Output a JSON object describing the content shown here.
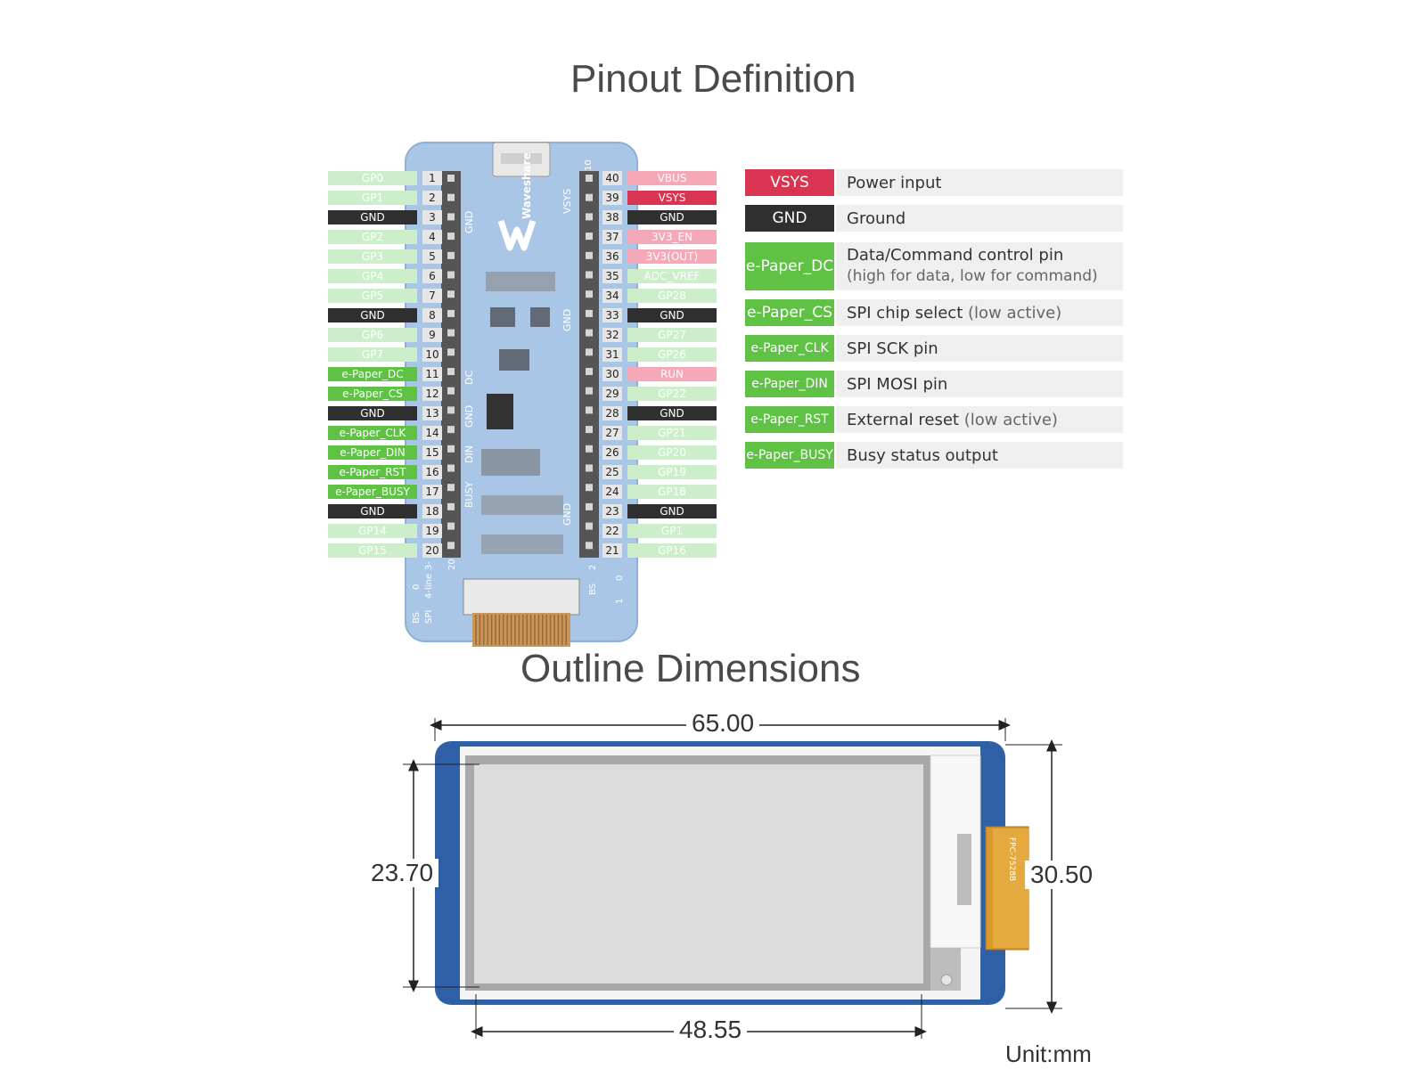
{
  "titles": {
    "pinout": "Pinout Definition",
    "outline": "Outline Dimensions"
  },
  "colors": {
    "gp": "#cdeecb",
    "gnd": "#2f2f2f",
    "epaper": "#5fc245",
    "power": "#f5a9b8",
    "vsys": "#d93552",
    "board": "#a9c6e6",
    "panel_frame": "#2f5fa6"
  },
  "left_pins": [
    {
      "num": "1",
      "label": "GP0",
      "type": "gp"
    },
    {
      "num": "2",
      "label": "GP1",
      "type": "gp"
    },
    {
      "num": "3",
      "label": "GND",
      "type": "gnd"
    },
    {
      "num": "4",
      "label": "GP2",
      "type": "gp"
    },
    {
      "num": "5",
      "label": "GP3",
      "type": "gp"
    },
    {
      "num": "6",
      "label": "GP4",
      "type": "gp"
    },
    {
      "num": "7",
      "label": "GP5",
      "type": "gp"
    },
    {
      "num": "8",
      "label": "GND",
      "type": "gnd"
    },
    {
      "num": "9",
      "label": "GP6",
      "type": "gp"
    },
    {
      "num": "10",
      "label": "GP7",
      "type": "gp"
    },
    {
      "num": "11",
      "label": "e-Paper_DC",
      "type": "ep"
    },
    {
      "num": "12",
      "label": "e-Paper_CS",
      "type": "ep"
    },
    {
      "num": "13",
      "label": "GND",
      "type": "gnd"
    },
    {
      "num": "14",
      "label": "e-Paper_CLK",
      "type": "ep"
    },
    {
      "num": "15",
      "label": "e-Paper_DIN",
      "type": "ep"
    },
    {
      "num": "16",
      "label": "e-Paper_RST",
      "type": "ep"
    },
    {
      "num": "17",
      "label": "e-Paper_BUSY",
      "type": "ep"
    },
    {
      "num": "18",
      "label": "GND",
      "type": "gnd"
    },
    {
      "num": "19",
      "label": "GP14",
      "type": "gp"
    },
    {
      "num": "20",
      "label": "GP15",
      "type": "gp"
    }
  ],
  "right_pins": [
    {
      "num": "40",
      "label": "VBUS",
      "type": "pw"
    },
    {
      "num": "39",
      "label": "VSYS",
      "type": "vsys"
    },
    {
      "num": "38",
      "label": "GND",
      "type": "gnd"
    },
    {
      "num": "37",
      "label": "3V3_EN",
      "type": "pw"
    },
    {
      "num": "36",
      "label": "3V3(OUT)",
      "type": "pw"
    },
    {
      "num": "35",
      "label": "ADC_VREF",
      "type": "gp"
    },
    {
      "num": "34",
      "label": "GP28",
      "type": "gp"
    },
    {
      "num": "33",
      "label": "GND",
      "type": "gnd"
    },
    {
      "num": "32",
      "label": "GP27",
      "type": "gp"
    },
    {
      "num": "31",
      "label": "GP26",
      "type": "gp"
    },
    {
      "num": "30",
      "label": "RUN",
      "type": "pw"
    },
    {
      "num": "29",
      "label": "GP22",
      "type": "gp"
    },
    {
      "num": "28",
      "label": "GND",
      "type": "gnd"
    },
    {
      "num": "27",
      "label": "GP21",
      "type": "gp"
    },
    {
      "num": "26",
      "label": "GP20",
      "type": "gp"
    },
    {
      "num": "25",
      "label": "GP19",
      "type": "gp"
    },
    {
      "num": "24",
      "label": "GP18",
      "type": "gp"
    },
    {
      "num": "23",
      "label": "GND",
      "type": "gnd"
    },
    {
      "num": "22",
      "label": "GP1",
      "type": "gp"
    },
    {
      "num": "21",
      "label": "GP16",
      "type": "gp"
    }
  ],
  "board_labels": {
    "brand": "Waveshare",
    "gnd": "GND",
    "vsys": "VSYS",
    "dc": "DC",
    "din": "DIN",
    "busy": "BUSY",
    "n20": "20",
    "n10": "10",
    "bs": "BS",
    "spi": "SPI",
    "four_line": "4-line",
    "three_line": "3-",
    "zero": "0",
    "one": "1",
    "two": "2"
  },
  "legend": [
    {
      "key": "VSYS",
      "type": "vsys",
      "desc": "Power input",
      "note": ""
    },
    {
      "key": "GND",
      "type": "gnd",
      "desc": "Ground",
      "note": ""
    },
    {
      "key": "e-Paper_DC",
      "type": "ep",
      "desc": "Data/Command control pin",
      "note": "(high for data, low for command)"
    },
    {
      "key": "e-Paper_CS",
      "type": "ep",
      "desc": "SPI chip select",
      "note": "(low active)"
    },
    {
      "key": "e-Paper_CLK",
      "type": "ep",
      "desc": "SPI  SCK pin",
      "note": ""
    },
    {
      "key": "e-Paper_DIN",
      "type": "ep",
      "desc": "SPI MOSI pin",
      "note": ""
    },
    {
      "key": "e-Paper_RST",
      "type": "ep",
      "desc": "External reset",
      "note": "(low active)"
    },
    {
      "key": "e-Paper_BUSY",
      "type": "ep",
      "desc": "Busy status output",
      "note": ""
    }
  ],
  "dimensions": {
    "overall_width": "65.00",
    "active_width": "48.55",
    "active_height": "23.70",
    "overall_height": "30.50",
    "unit": "Unit:mm",
    "fpc_text": "FPC-7528B"
  }
}
